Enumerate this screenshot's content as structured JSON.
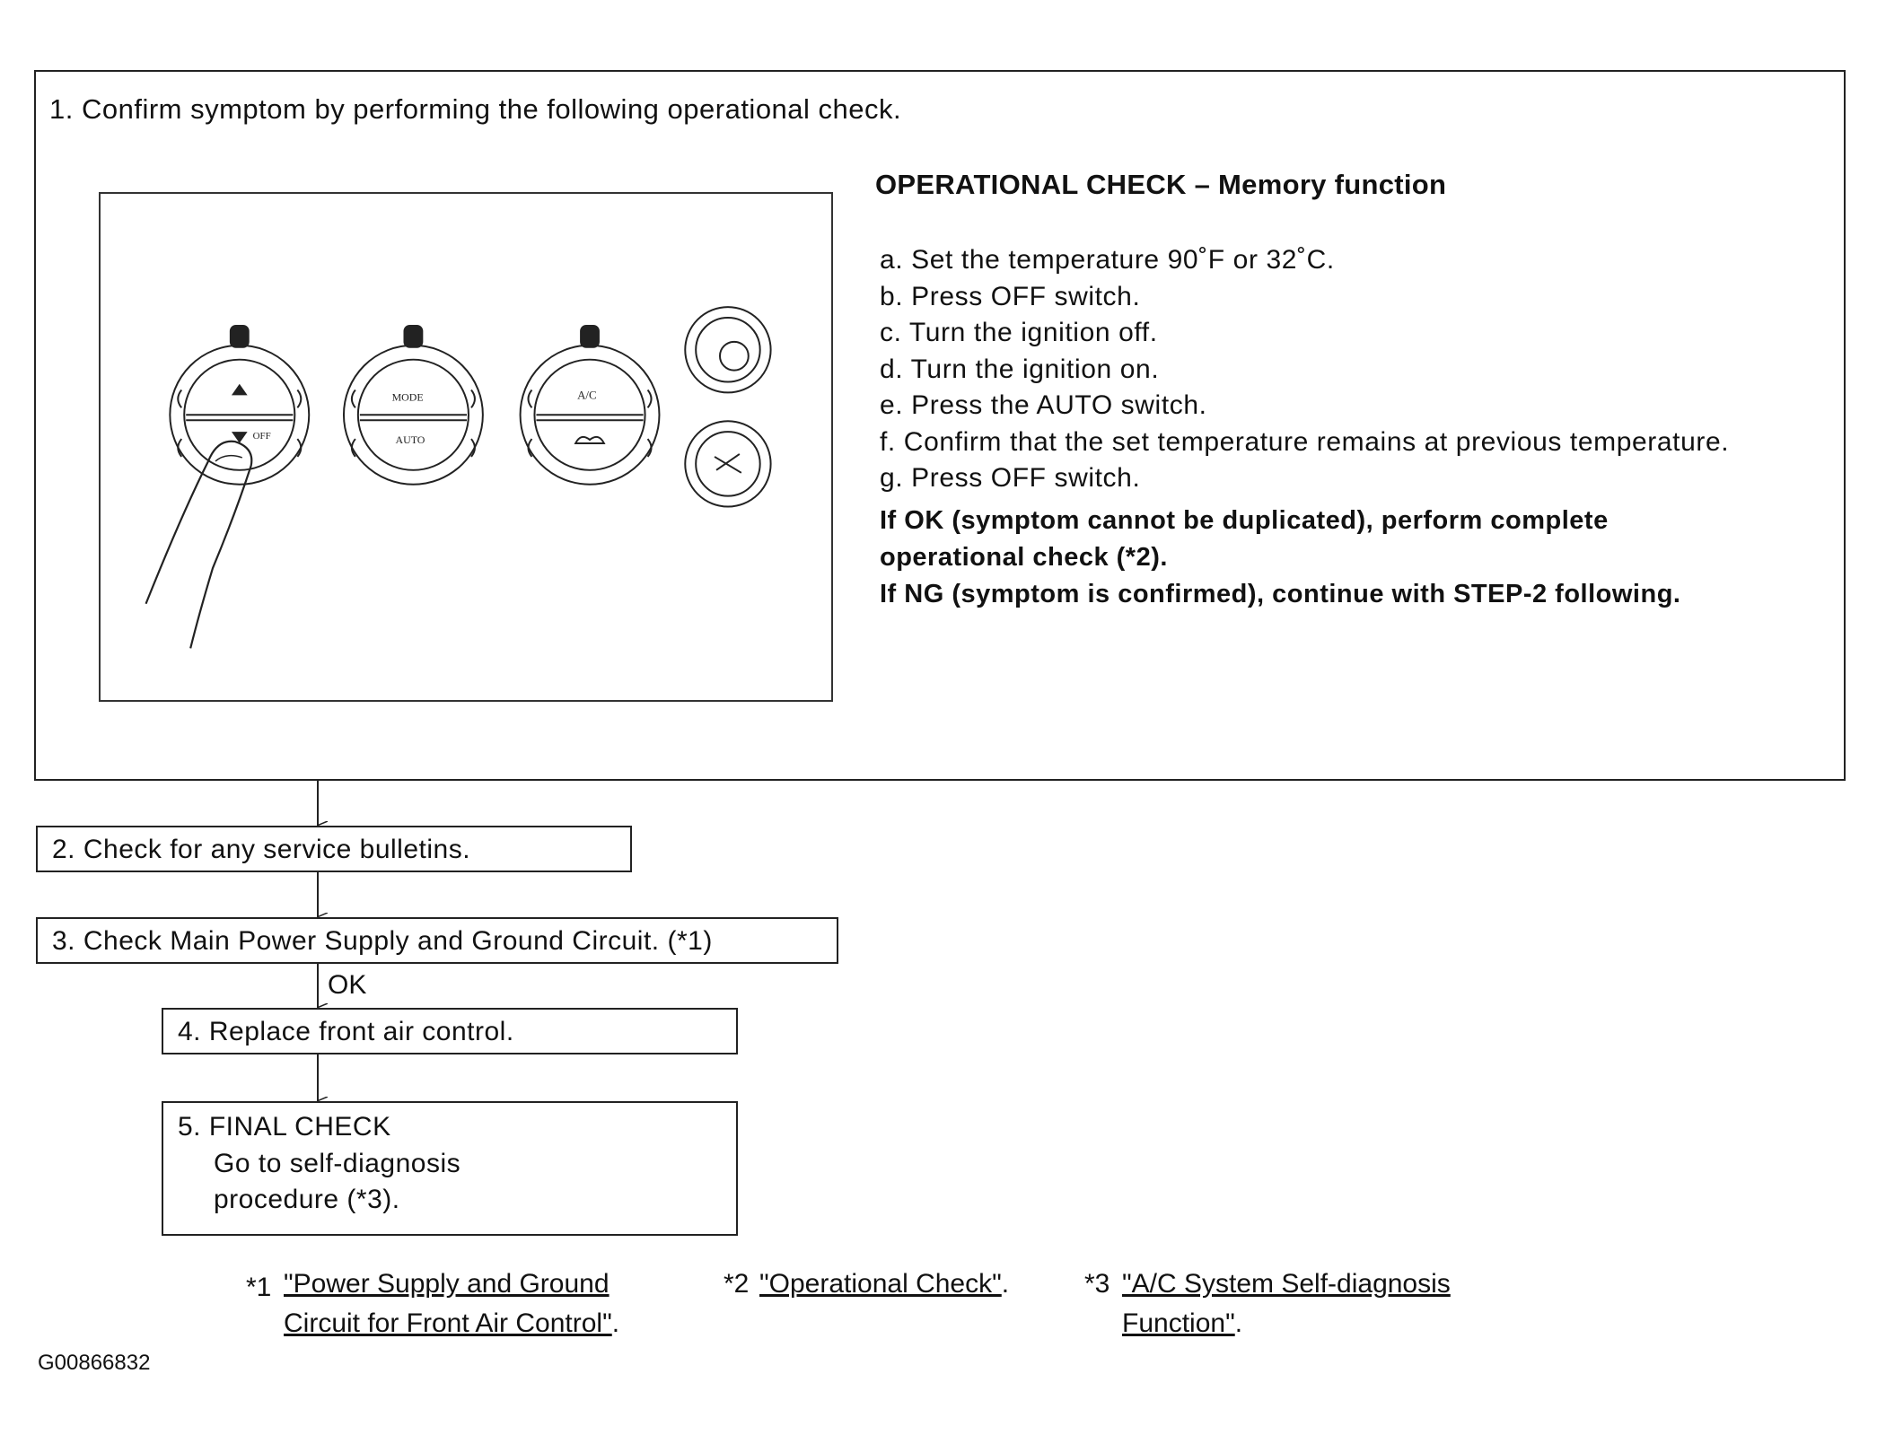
{
  "step1": {
    "title": "1. Confirm symptom by performing the following operational check.",
    "heading": "OPERATIONAL CHECK – Memory function",
    "steps": [
      "a. Set the temperature 90˚F or 32˚C.",
      "b. Press OFF switch.",
      "c. Turn the ignition off.",
      "d. Turn the ignition on.",
      "e. Press the AUTO switch.",
      "f.  Confirm that the set temperature remains at previous temperature.",
      "g. Press OFF switch."
    ],
    "result_ok_line1": "If OK (symptom cannot be duplicated), perform complete",
    "result_ok_line2": "operational check (*2).",
    "result_ng": "If NG (symptom is confirmed), continue with STEP-2 following.",
    "illustration": {
      "knob1_label": "OFF",
      "knob2_label_top": "MODE",
      "knob2_label_bottom": "AUTO",
      "knob3_label_top": "A/C"
    }
  },
  "step2": "2. Check for any service bulletins.",
  "step3": "3. Check Main Power Supply and Ground Circuit. (*1)",
  "ok_label": "OK",
  "step4": "4.  Replace front air control.",
  "step5": {
    "line1": "5. FINAL CHECK",
    "line2": "Go to self-diagnosis",
    "line3": "procedure (*3)."
  },
  "refs": {
    "r1_mark": "*1",
    "r1_line1": "\"Power Supply and Ground ",
    "r1_line2": "Circuit for Front Air Control\"",
    "r1_tail": ".",
    "r2_mark": "*2",
    "r2_line1": "\"Operational Check\"",
    "r2_tail": ".",
    "r3_mark": "*3",
    "r3_line1": "\"A/C System Self-diagnosis ",
    "r3_line2": "Function\"",
    "r3_tail": "."
  },
  "figure_id": "G00866832"
}
